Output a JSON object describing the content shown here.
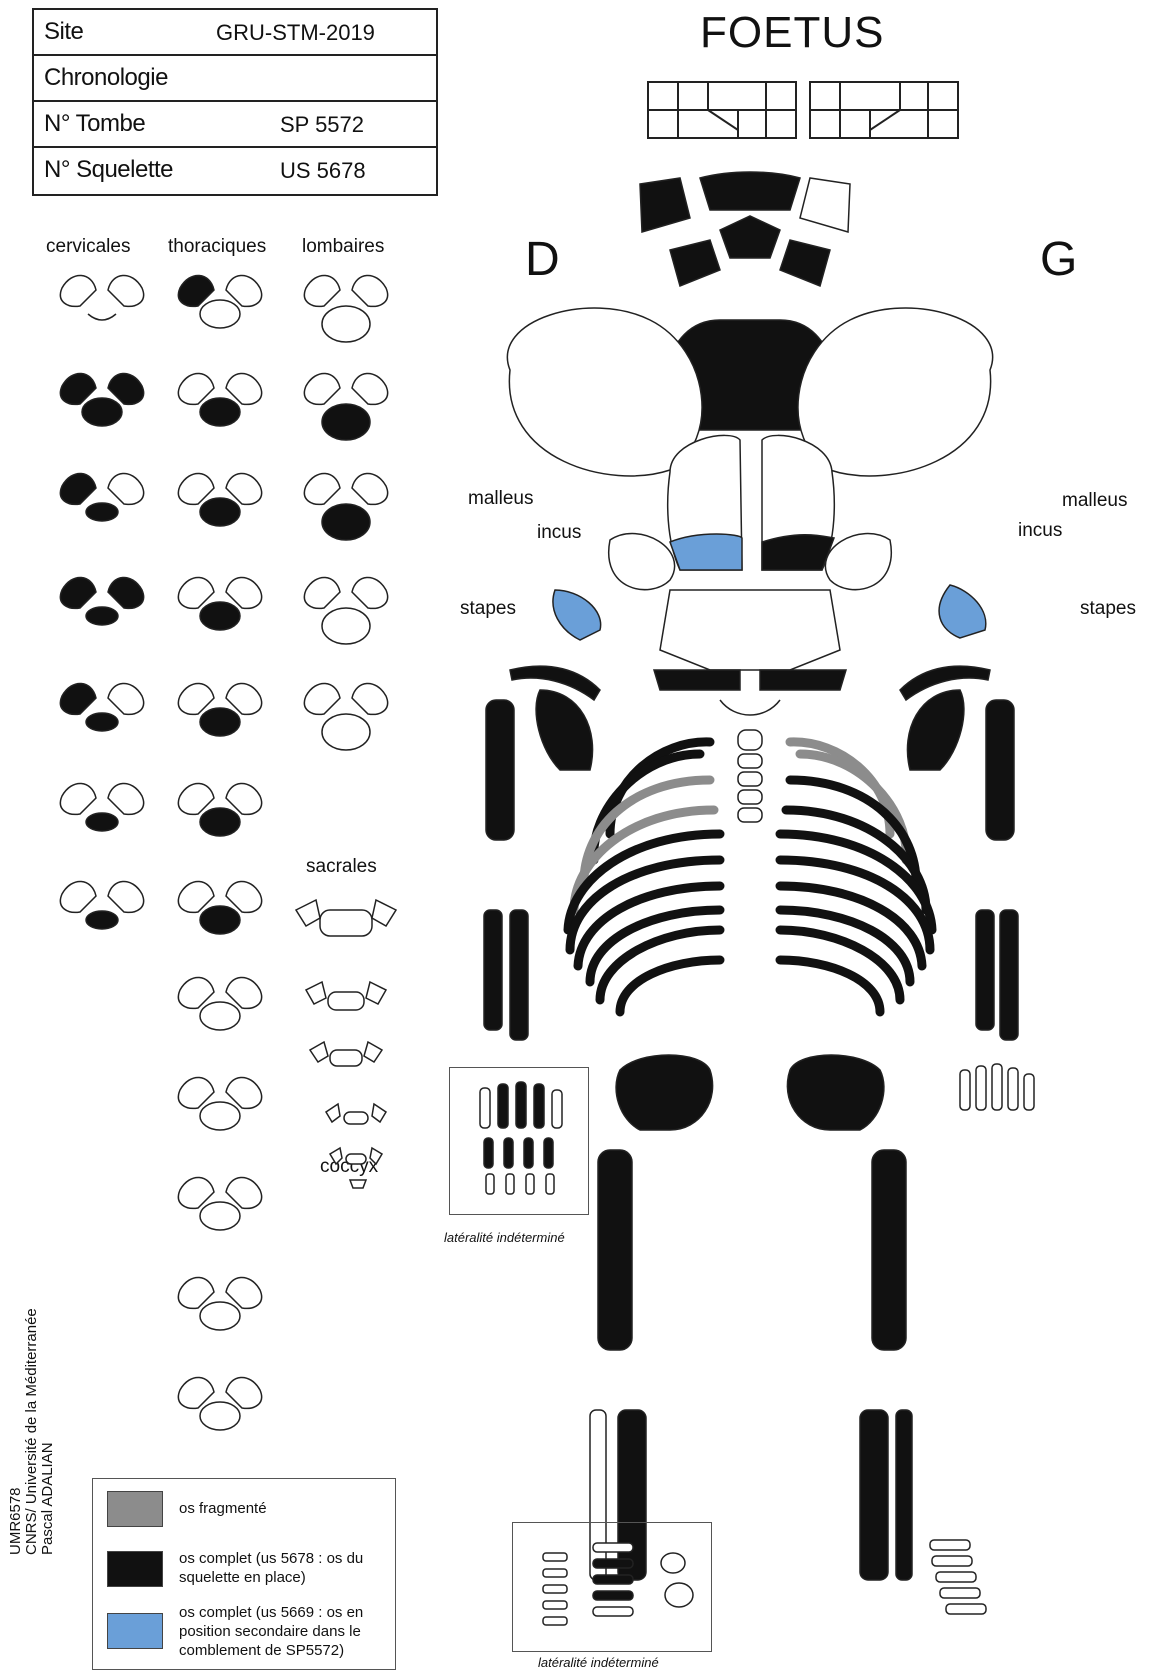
{
  "info_table": {
    "rows": [
      {
        "label": "Site",
        "value": "GRU-STM-2019"
      },
      {
        "label": "Chronologie",
        "value": ""
      },
      {
        "label": "N° Tombe",
        "value": "SP 5572"
      },
      {
        "label": "N° Squelette",
        "value": "US 5678"
      }
    ]
  },
  "title": "FOETUS",
  "sides": {
    "right": "D",
    "left": "G"
  },
  "vertebrae_columns": {
    "cervicales": "cervicales",
    "thoraciques": "thoraciques",
    "lombaires": "lombaires",
    "sacrales": "sacrales",
    "coccyx": "coccyx"
  },
  "ear_labels": {
    "malleus": "malleus",
    "incus": "incus",
    "stapes": "stapes"
  },
  "captions": {
    "hand": "latéralité indéterminé",
    "foot": "latéralité indéterminé"
  },
  "legend": [
    {
      "color": "#8c8c8c",
      "text": "os fragmenté"
    },
    {
      "color": "#111111",
      "text": "os complet (us 5678 : os du squelette en place)"
    },
    {
      "color": "#6a9fd8",
      "text": "os complet (us 5669 : os en position secondaire dans le comblement de SP5572)"
    }
  ],
  "credits": [
    "UMR6578",
    "CNRS/ Université de la Méditerranée",
    "Pascal ADALIAN"
  ],
  "colors": {
    "fragmented": "#8c8c8c",
    "complete": "#111111",
    "secondary": "#6a9fd8",
    "outline": "#222222"
  }
}
